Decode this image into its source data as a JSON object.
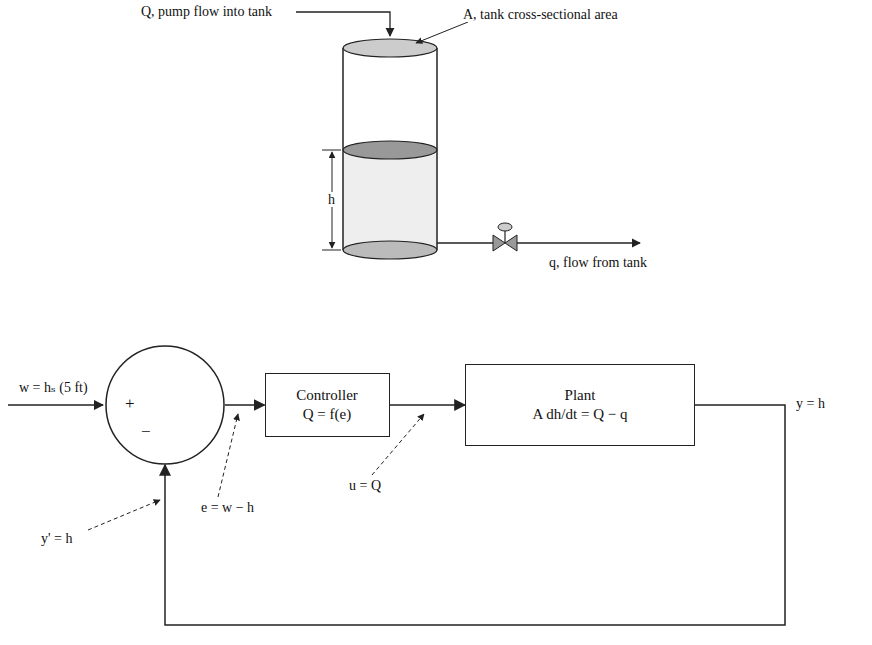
{
  "diagram": {
    "nodes": [
      {
        "text": [
          "+",
          "−"
        ]
      },
      {
        "text": [
          "Controller",
          "Q = f(e)"
        ]
      },
      {
        "text": [
          "Plant",
          "A dh/dt = Q − q"
        ]
      }
    ],
    "edges": [
      {
        "from": 0,
        "to": 1,
        "arrow": "to",
        "label": "e = w − h"
      },
      {
        "from": 1,
        "to": 2,
        "arrow": "to",
        "label": "u = Q"
      },
      {
        "from": 2,
        "to": 0,
        "arrow": "to",
        "label": "y' = h"
      }
    ],
    "labels": [
      "Q, pump flow into tank",
      "A, tank cross-sectional area",
      "h",
      "q, flow from tank",
      "w = hₛ (5 ft)",
      "y = h"
    ]
  }
}
